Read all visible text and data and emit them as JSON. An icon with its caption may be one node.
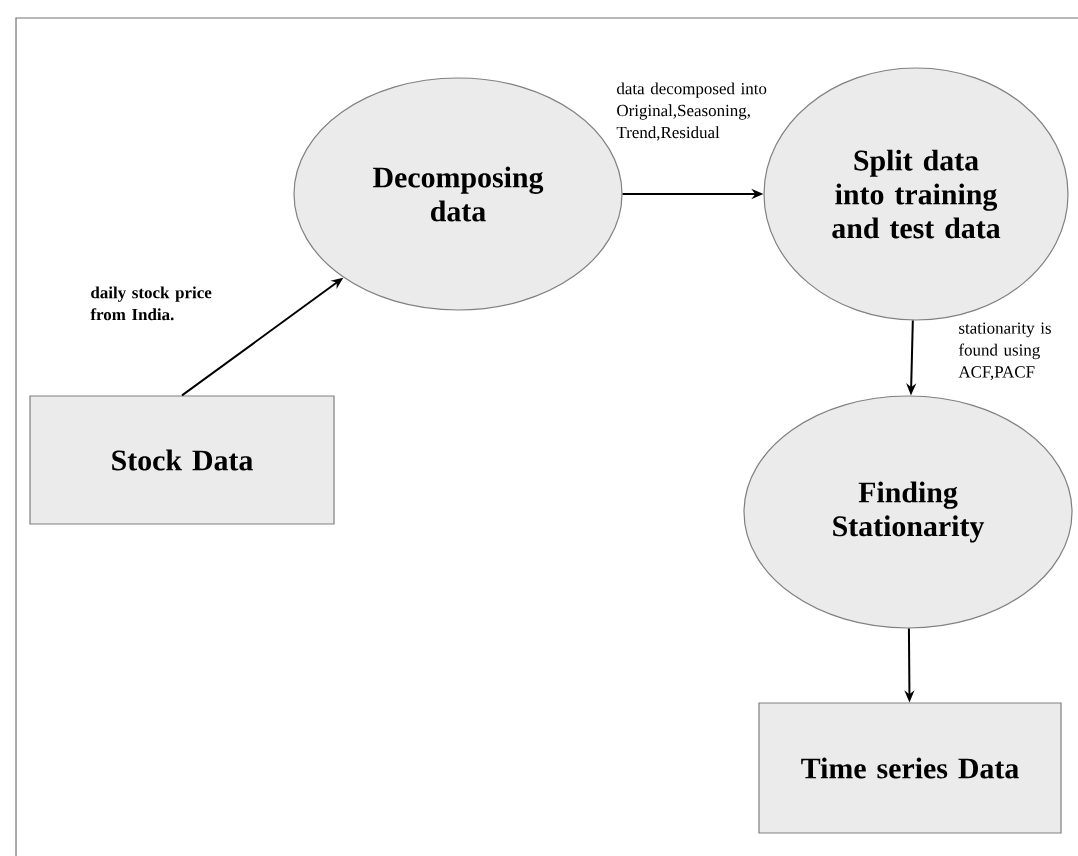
{
  "diagram": {
    "nodes": [
      {
        "text": [
          "Stock Data"
        ]
      },
      {
        "text": [
          "Decomposing data"
        ]
      },
      {
        "text": [
          "Split data into training and test data"
        ]
      },
      {
        "text": [
          "Finding Stationarity"
        ]
      },
      {
        "text": [
          "Time series Data"
        ]
      }
    ],
    "edges": [
      {
        "from": 0,
        "to": 1,
        "arrow": "to",
        "label": "daily stock price from India."
      },
      {
        "from": 1,
        "to": 2,
        "arrow": "to",
        "label": "data decomposed into Original,Seasoning, Trend,Residual"
      },
      {
        "from": 2,
        "to": 3,
        "arrow": "to",
        "label": "stationarity is found using ACF,PACF"
      },
      {
        "from": 3,
        "to": 4,
        "arrow": "to"
      }
    ]
  }
}
